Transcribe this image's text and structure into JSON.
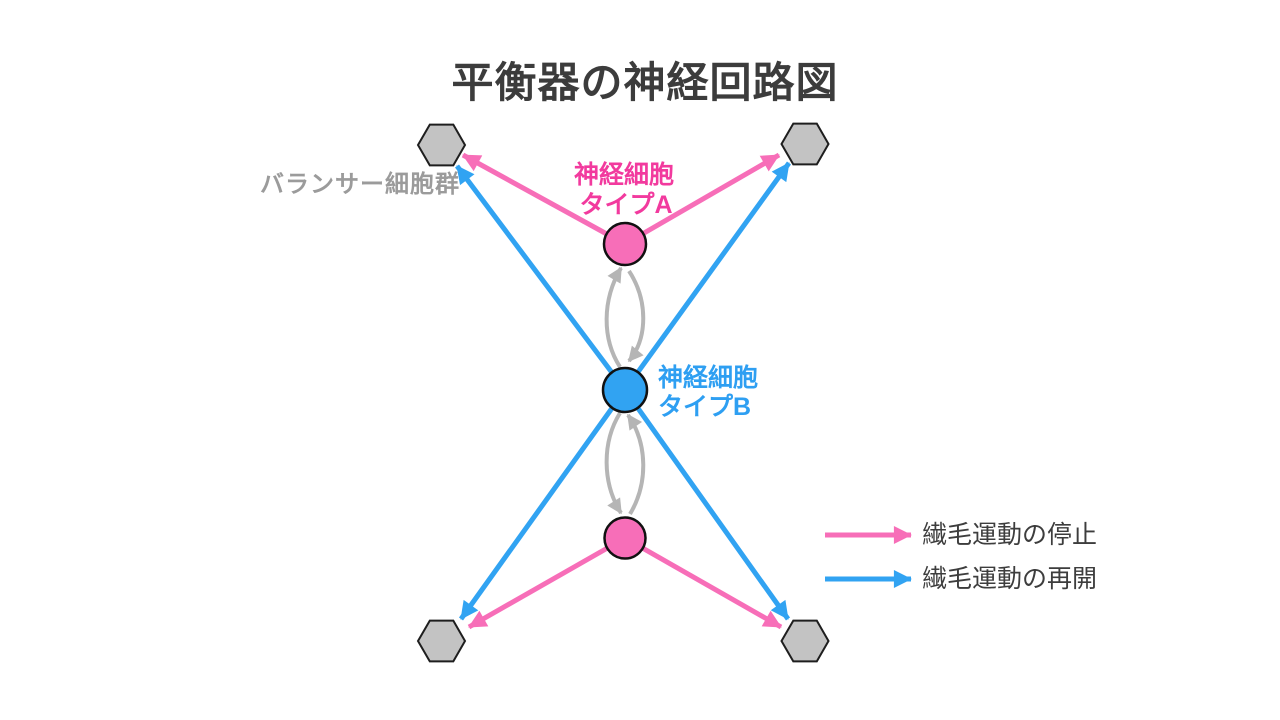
{
  "title": "平衡器の神経回路図",
  "nodes": {
    "balancer_label": "バランサー細胞群",
    "neuron_a": {
      "label_line1": "神経細胞",
      "label_line2": "タイプA"
    },
    "neuron_b": {
      "label_line1": "神経細胞",
      "label_line2": "タイプB"
    }
  },
  "legend": {
    "items": [
      {
        "label": "繊毛運動の停止",
        "color": "#f76eb8"
      },
      {
        "label": "繊毛運動の再開",
        "color": "#31a3f2"
      }
    ]
  },
  "colors": {
    "pink": "#f76eb8",
    "pink_text": "#f23a9e",
    "blue": "#31a3f2",
    "blue_text": "#2e9ff2",
    "gray_arrow": "#b5b5b5",
    "hex_fill": "#c3c3c3",
    "hex_border": "#1e1e1e",
    "node_border": "#111111",
    "text_dark": "#3d3d3d",
    "gray_label_text": "#9b9b9b",
    "background": "#ffffff"
  }
}
